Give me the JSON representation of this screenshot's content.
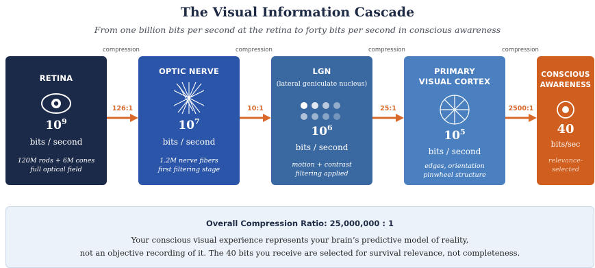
{
  "title": "The Visual Information Cascade",
  "subtitle": "From one billion bits per second at the retina to forty bits per second in conscious awareness",
  "compression_label": "compression",
  "stages": [
    {
      "name": "RETINA",
      "sub": "",
      "base": "10",
      "exp": "9",
      "unit": "bits / second",
      "note1": "120M rods + 6M cones",
      "note2": "full optical field",
      "color": "#1c2a4a",
      "icon": "eye-icon"
    },
    {
      "name": "OPTIC NERVE",
      "sub": "",
      "base": "10",
      "exp": "7",
      "unit": "bits / second",
      "note1": "1.2M nerve fibers",
      "note2": "first filtering stage",
      "color": "#2a55a8",
      "icon": "nerve-fibers-icon"
    },
    {
      "name": "LGN",
      "sub": "(lateral geniculate nucleus)",
      "base": "10",
      "exp": "6",
      "unit": "bits / second",
      "note1": "motion + contrast",
      "note2": "filtering applied",
      "color": "#3a68a0",
      "icon": "dot-grid-icon"
    },
    {
      "name": "PRIMARY",
      "name2": "VISUAL CORTEX",
      "base": "10",
      "exp": "5",
      "unit": "bits / second",
      "note1": "edges, orientation",
      "note2": "pinwheel structure",
      "color": "#4a7fc0",
      "icon": "pinwheel-icon"
    },
    {
      "name": "CONSCIOUS",
      "name2": "AWARENESS",
      "value": "40",
      "unit": "bits/sec",
      "note1": "relevance-",
      "note2": "selected",
      "color": "#cf5e1f",
      "icon": "focus-icon"
    }
  ],
  "ratios": [
    "126:1",
    "10:1",
    "25:1",
    "2500:1"
  ],
  "accent": "#d9692a",
  "summary": {
    "title": "Overall Compression Ratio: 25,000,000 : 1",
    "line1": "Your conscious visual experience represents your brain’s predictive model of reality,",
    "line2": "not an objective recording of it. The 40 bits you receive are selected for survival relevance, not completeness."
  }
}
